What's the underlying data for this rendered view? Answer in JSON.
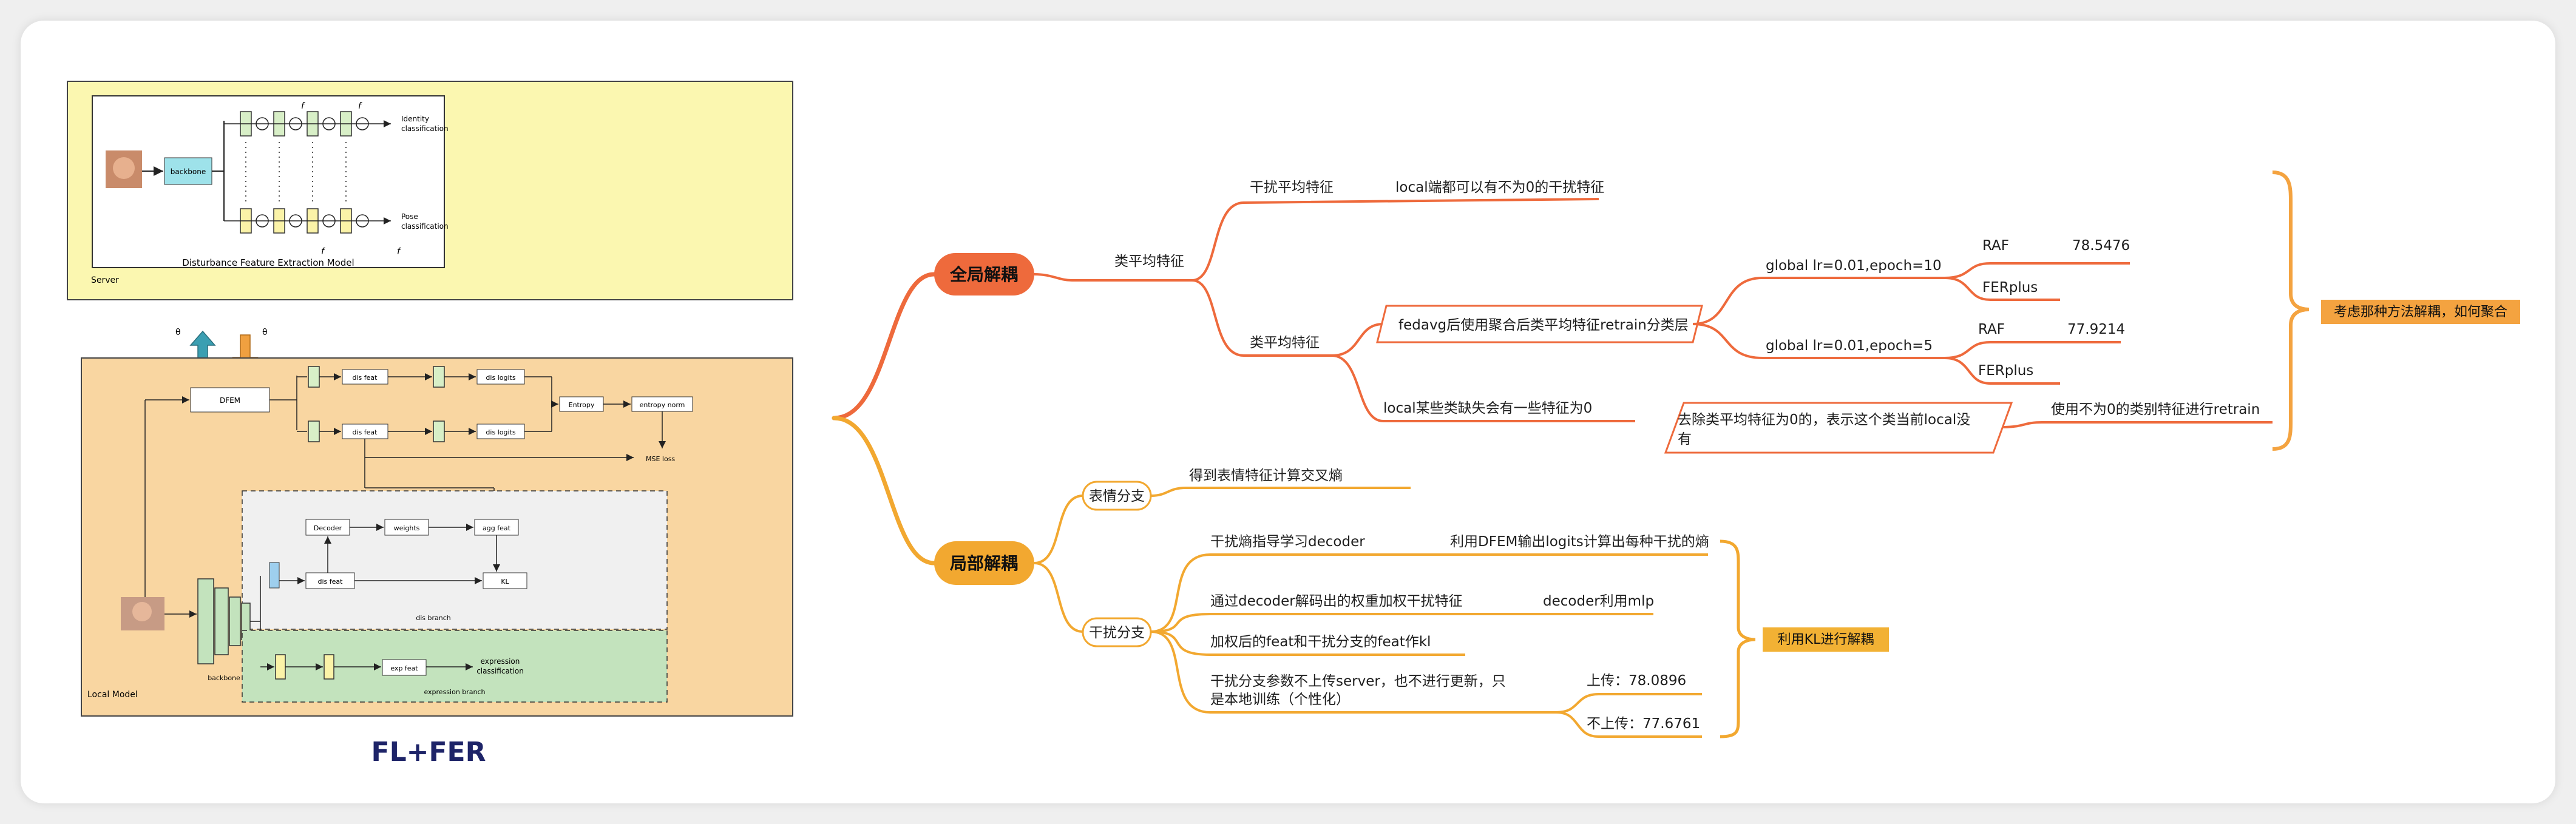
{
  "colors": {
    "upper_branch": "#ee6a3c",
    "lower_branch": "#f2a830",
    "root_red": "#ee6a3c",
    "callout_orange": "#f4a340",
    "server_bg": "#fbf7b0",
    "local_bg": "#f9d6a1",
    "expression_bg": "#c3e3bd",
    "title_navy": "#1e2468"
  },
  "figure": {
    "server_label": "Server",
    "local_label": "Local Model",
    "caption": "FL+FER",
    "server_box_title": "Disturbance Feature Extraction Model",
    "backbone": "backbone",
    "identity_cls": [
      "Identity",
      "classification"
    ],
    "pose_cls": [
      "Pose",
      "classification"
    ],
    "f_labels": [
      "f",
      "f",
      "f",
      "f"
    ],
    "up_arrow_label": "θ",
    "down_arrow_label": "θ",
    "dfem": "DFEM",
    "dis_feat": "dis feat",
    "dis_logits": "dis logits",
    "entropy": "Entropy",
    "entropy_norm": "entropy norm",
    "mse_loss": "MSE loss",
    "decoder": "Decoder",
    "weights": "weights",
    "agg_feat": "agg feat",
    "kl": "KL",
    "dis_branch": "dis branch",
    "exp_feat": "exp feat",
    "expression_cls": [
      "expression",
      "classification"
    ],
    "expression_branch": "expression branch"
  },
  "mindmap": {
    "global_decouple": "全局解耦",
    "local_decouple": "局部解耦",
    "class_mean_feature": "类平均特征",
    "disturb_mean_feature": "干扰平均特征",
    "disturb_mean_note": "local端都可以有不为0的干扰特征",
    "class_mean_feature_2": "类平均特征",
    "fedavg_retrain": "fedavg后使用聚合后类平均特征retrain分类层",
    "global_lr_10": "global lr=0.01,epoch=10",
    "global_lr_5": "global lr=0.01,epoch=5",
    "raf_1": "RAF",
    "raf_1_value": "78.5476",
    "ferplus_1": "FERplus",
    "raf_2": "RAF",
    "raf_2_value": "77.9214",
    "ferplus_2": "FERplus",
    "local_missing": "local某些类缺失会有一些特征为0",
    "remove_zero_note_1": "去除类平均特征为0的，表示这个类当前local没",
    "remove_zero_note_2": "有",
    "use_nonzero_retrain": "使用不为0的类别特征进行retrain",
    "consider_aggregation": "考虑那种方法解耦，如何聚合",
    "expression_branch": "表情分支",
    "expression_ce": "得到表情特征计算交叉熵",
    "disturb_branch": "干扰分支",
    "disturb_entropy_decoder": "干扰熵指导学习decoder",
    "dfem_logits_entropy": "利用DFEM输出logits计算出每种干扰的熵",
    "decoder_weight_feat": "通过decoder解码出的权重加权干扰特征",
    "decoder_mlp": "decoder利用mlp",
    "weighted_feat_kl": "加权后的feat和干扰分支的feat作kl",
    "disturb_params_1": "干扰分支参数不上传server，也不进行更新，只",
    "disturb_params_2": "是本地训练（个性化）",
    "upload_acc": "上传：78.0896",
    "no_upload_acc": "不上传：77.6761",
    "use_kl_decouple": "利用KL进行解耦"
  }
}
